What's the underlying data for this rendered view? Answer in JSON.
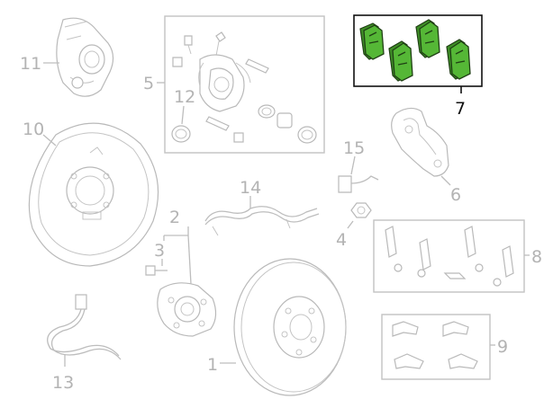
{
  "diagram": {
    "callouts": [
      {
        "id": "1",
        "label": "1"
      },
      {
        "id": "2",
        "label": "2"
      },
      {
        "id": "3",
        "label": "3"
      },
      {
        "id": "4",
        "label": "4"
      },
      {
        "id": "5",
        "label": "5"
      },
      {
        "id": "6",
        "label": "6"
      },
      {
        "id": "7",
        "label": "7"
      },
      {
        "id": "8",
        "label": "8"
      },
      {
        "id": "9",
        "label": "9"
      },
      {
        "id": "10",
        "label": "10"
      },
      {
        "id": "11",
        "label": "11"
      },
      {
        "id": "12",
        "label": "12"
      },
      {
        "id": "13",
        "label": "13"
      },
      {
        "id": "14",
        "label": "14"
      },
      {
        "id": "15",
        "label": "15"
      }
    ],
    "highlighted_callout": "7",
    "colors": {
      "highlight_pad": "#55b736",
      "highlight_outline": "#111111",
      "line_art": "#bdbdbd",
      "callout_text": "#b3b3b3"
    }
  }
}
